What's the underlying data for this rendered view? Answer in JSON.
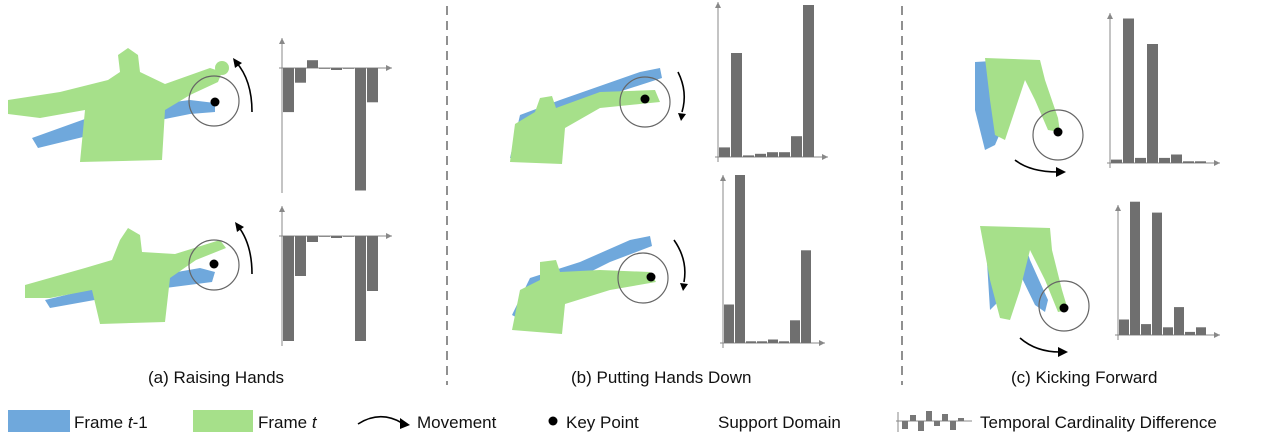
{
  "captions": {
    "a": "(a) Raising Hands",
    "b": "(b) Putting Hands Down",
    "c": "(c) Kicking Forward"
  },
  "legend": {
    "frame_prev_prefix": "Frame ",
    "frame_prev_var": "t",
    "frame_prev_suffix": "-1",
    "frame_curr_prefix": "Frame ",
    "frame_curr_var": "t",
    "movement": "Movement",
    "key_point": "Key Point",
    "support_domain": "Support Domain",
    "temporal_difference": "Temporal Cardinality Difference"
  },
  "colors": {
    "frame_prev": "#6fa8dc",
    "frame_curr": "#a6e08a",
    "bar": "#6f6f6f"
  },
  "chart_data": [
    {
      "panel": "a-top",
      "type": "bar",
      "values": [
        -4.5,
        -1.5,
        0.8,
        0,
        -0.2,
        0,
        -12.5,
        -3.5
      ]
    },
    {
      "panel": "a-bottom",
      "type": "bar",
      "values": [
        -10.5,
        -4,
        -0.6,
        0,
        -0.2,
        0,
        -10.5,
        -5.5
      ]
    },
    {
      "panel": "b-top",
      "type": "bar",
      "values": [
        0.6,
        6.5,
        0.1,
        0.2,
        0.3,
        0.3,
        1.3,
        9.5
      ]
    },
    {
      "panel": "b-bottom",
      "type": "bar",
      "values": [
        2.2,
        9.6,
        0.1,
        0.1,
        0.2,
        0.1,
        1.3,
        5.3
      ]
    },
    {
      "panel": "c-top",
      "type": "bar",
      "values": [
        0.2,
        8.5,
        0.3,
        7.0,
        0.3,
        0.5,
        0.1,
        0.1
      ]
    },
    {
      "panel": "c-bottom",
      "type": "bar",
      "values": [
        1.0,
        8.6,
        0.7,
        7.9,
        0.5,
        1.8,
        0.2,
        0.5
      ]
    }
  ]
}
